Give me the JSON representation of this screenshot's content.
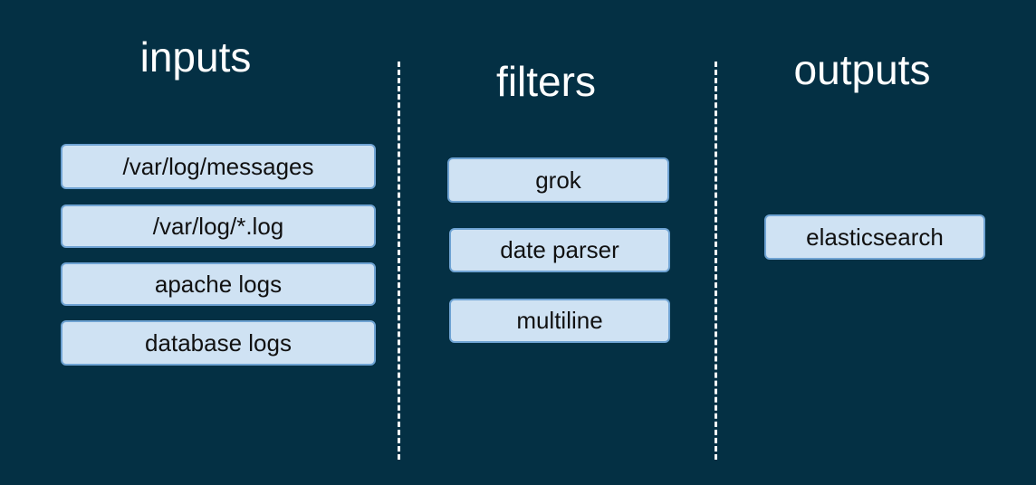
{
  "theme": {
    "background": "#043044",
    "box_fill": "#cfe2f3",
    "box_border": "#6fa3d3",
    "heading_color": "#ffffff",
    "box_text_color": "#111111"
  },
  "columns": {
    "inputs": {
      "heading": "inputs",
      "items": [
        "/var/log/messages",
        "/var/log/*.log",
        "apache logs",
        "database logs"
      ]
    },
    "filters": {
      "heading": "filters",
      "items": [
        "grok",
        "date parser",
        "multiline"
      ]
    },
    "outputs": {
      "heading": "outputs",
      "items": [
        "elasticsearch"
      ]
    }
  }
}
